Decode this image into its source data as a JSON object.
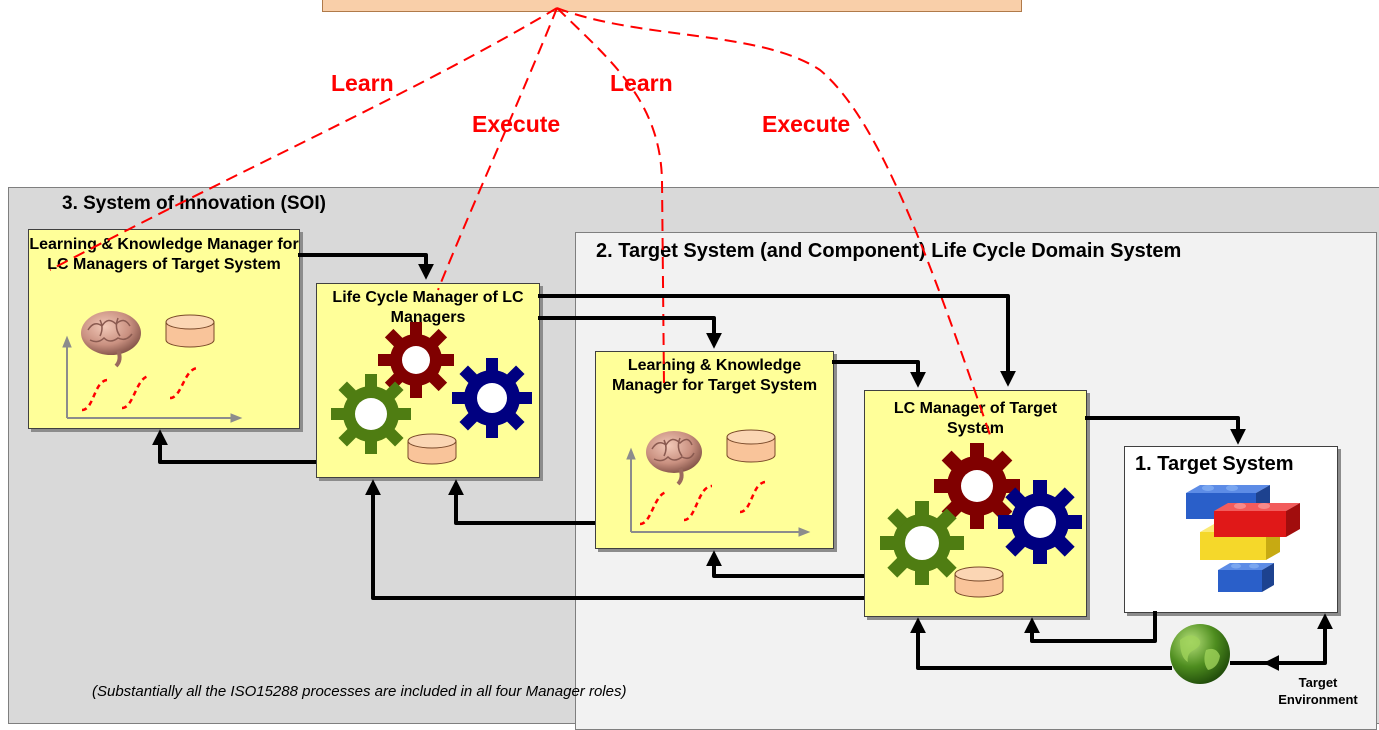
{
  "labels": {
    "learn_1": "Learn",
    "execute_1": "Execute",
    "learn_2": "Learn",
    "execute_2": "Execute"
  },
  "soi": {
    "title": "3.  System of Innovation (SOI)"
  },
  "domain": {
    "title": "2.  Target System (and Component)  Life Cycle Domain System"
  },
  "boxes": {
    "lk_lc_managers": "Learning & Knowledge Manager for LC Managers of Target System",
    "lcm_lc_managers": "Life Cycle Manager of LC Managers",
    "lk_target": "Learning & Knowledge Manager for Target System",
    "lcm_target": "LC Manager of Target System",
    "target_system": "1. Target System"
  },
  "target_environment": "Target Environment",
  "note": "(Substantially all the ISO15288 processes are included in all four Manager roles)",
  "colors": {
    "manager_box": "#ffff99",
    "soi_background": "#d9d9d9",
    "domain_background": "#f2f2f2",
    "accent_red": "#ff0000",
    "top_box": "#f9cfa9",
    "gear_red": "#800000",
    "gear_blue": "#000080",
    "gear_green": "#4f7d12",
    "database": "#f9c49a"
  }
}
